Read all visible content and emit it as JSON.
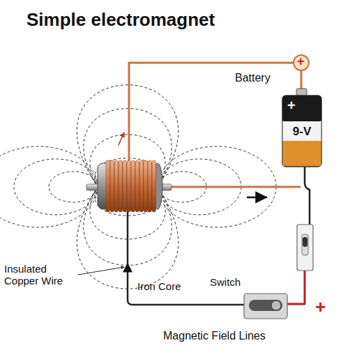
{
  "diagram": {
    "title": "Simple electromagnet",
    "nodes": [
      {
        "text": [
          "+",
          "9-V"
        ]
      }
    ],
    "labels": [
      "Battery",
      "+",
      "Insulated Copper Wire",
      "Iron Core",
      "Switch",
      "Magnetic Field Lines",
      "+"
    ]
  }
}
